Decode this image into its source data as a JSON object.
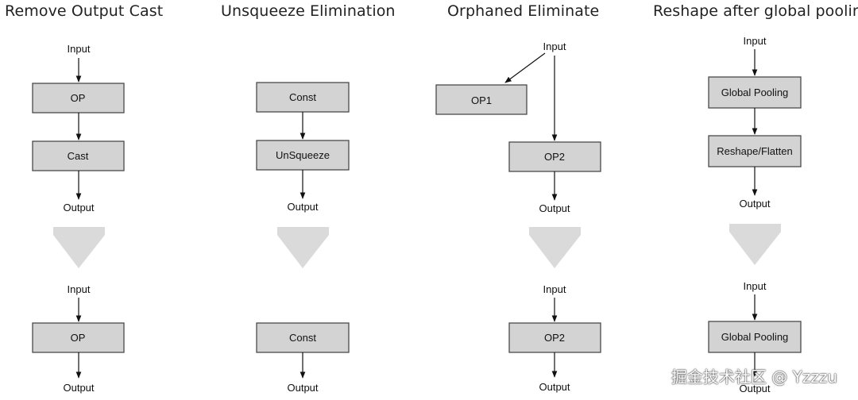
{
  "panels": [
    {
      "title": "Remove Output Cast",
      "before": {
        "input": "Input",
        "nodes": [
          "OP",
          "Cast"
        ],
        "output": "Output"
      },
      "after": {
        "input": "Input",
        "nodes": [
          "OP"
        ],
        "output": "Output"
      }
    },
    {
      "title": "Unsqueeze Elimination",
      "before": {
        "input": "",
        "nodes": [
          "Const",
          "UnSqueeze"
        ],
        "output": "Output"
      },
      "after": {
        "input": "",
        "nodes": [
          "Const"
        ],
        "output": "Output"
      }
    },
    {
      "title": "Orphaned Eliminate",
      "before": {
        "input": "Input",
        "nodes": [
          "OP1",
          "OP2"
        ],
        "output": "Output"
      },
      "after": {
        "input": "Input",
        "nodes": [
          "OP2"
        ],
        "output": "Output"
      }
    },
    {
      "title": "Reshape after global pooling",
      "before": {
        "input": "Input",
        "nodes": [
          "Global Pooling",
          "Reshape/Flatten"
        ],
        "output": "Output"
      },
      "after": {
        "input": "Input",
        "nodes": [
          "Global Pooling"
        ],
        "output": "Output"
      }
    }
  ],
  "colors": {
    "node_fill": "#d3d3d3",
    "node_stroke": "#4a4a4a",
    "transform_arrow": "#dadada"
  },
  "watermark": "掘金技术社区 @ Yzzzu"
}
